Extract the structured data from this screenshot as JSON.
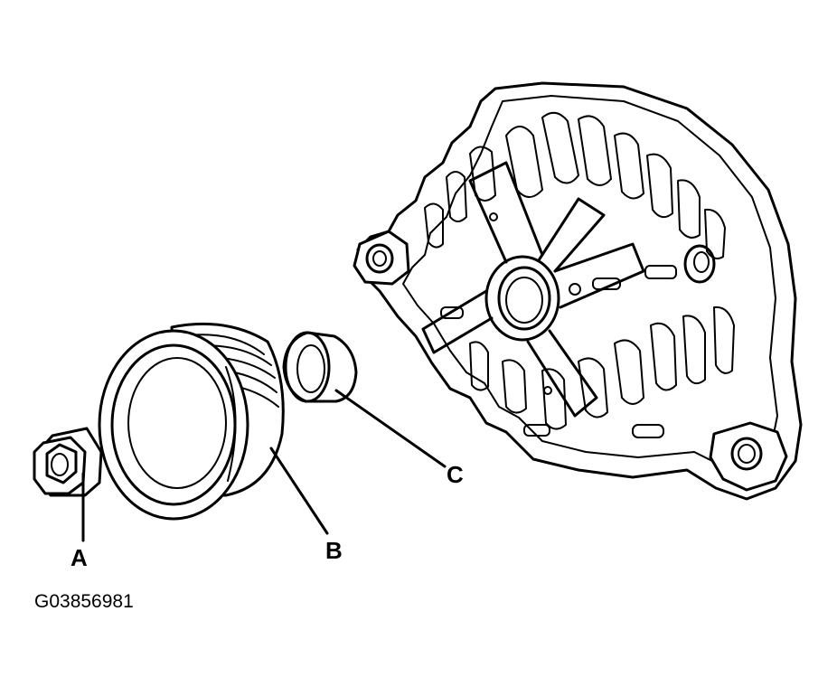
{
  "labels": {
    "a": "A",
    "b": "B",
    "c": "C"
  },
  "figure_id": "G03856981",
  "colors": {
    "ink": "#000000",
    "paper": "#ffffff"
  }
}
